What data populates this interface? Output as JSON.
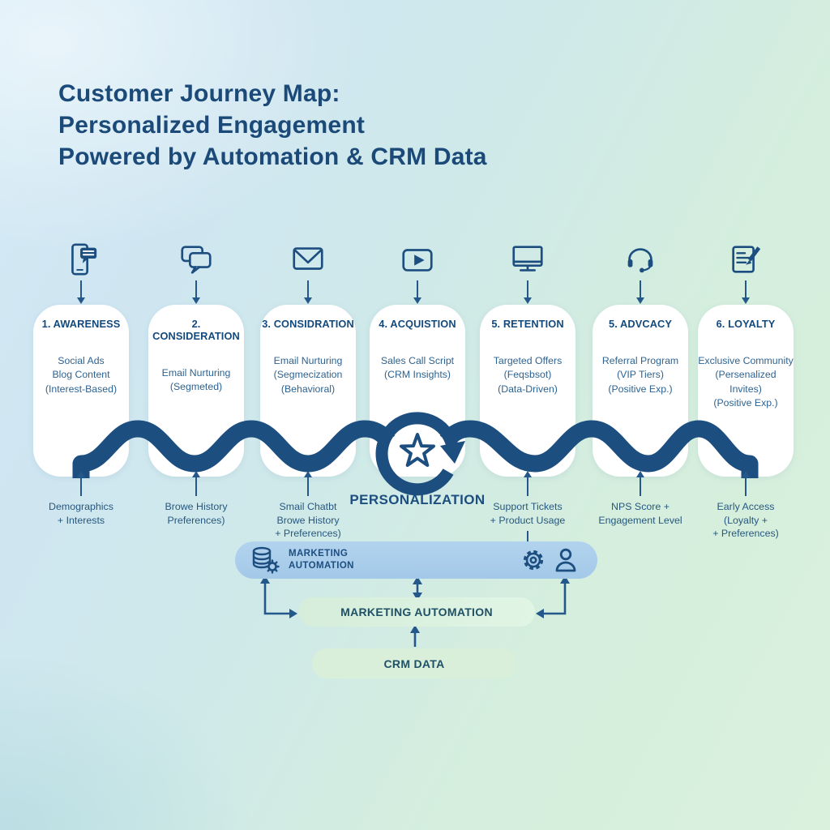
{
  "title": {
    "line1": "Customer Journey Map:",
    "line2": "Personalized Engagement",
    "line3": "Powered by Automation & CRM Data"
  },
  "stages": [
    {
      "icon": "phone-chat-icon",
      "label": "1. AWARENESS",
      "details": [
        "Social Ads",
        "Blog Content",
        "(Interest-Based)"
      ],
      "annotation": [
        "Demographics",
        "+ Interests"
      ]
    },
    {
      "icon": "chat-bubbles-icon",
      "label": "2. CONSIDERATION",
      "details": [
        "Email Nurturing",
        "(Segmeted)"
      ],
      "annotation": [
        "Browe History",
        "Preferences)"
      ]
    },
    {
      "icon": "email-icon",
      "label": "3. CONSIDRATION",
      "details": [
        "Email Nurturing",
        "(Segmecization",
        "(Behavioral)"
      ],
      "annotation": [
        "Smail Chatbt",
        "Browe History",
        "+ Preferences)"
      ]
    },
    {
      "icon": "video-play-icon",
      "label": "4. ACQUISTION",
      "details": [
        "Sales Call Script",
        "(CRM Insights)"
      ],
      "annotation": []
    },
    {
      "icon": "monitor-icon",
      "label": "5. RETENTION",
      "details": [
        "Targeted Offers",
        "(Feqsbsot)",
        "(Data-Driven)"
      ],
      "annotation": [
        "Support Tickets",
        "+ Product Usage"
      ]
    },
    {
      "icon": "headset-icon",
      "label": "5. ADVCACY",
      "details": [
        "Referral Program",
        "(VIP Tiers)",
        "(Positive Exp.)"
      ],
      "annotation": [
        "NPS Score +",
        "Engagement Level"
      ]
    },
    {
      "icon": "survey-edit-icon",
      "label": "6. LOYALTY",
      "details": [
        "Exclusive Community",
        "(Persenalized Invites)",
        "(Positive Exp.)"
      ],
      "annotation": [
        "Early Access",
        "(Loyalty +",
        "+ Preferences)"
      ]
    }
  ],
  "center": {
    "label": "PERSONALIZATION",
    "icon": "loop-star-icon"
  },
  "automation_bar": {
    "line1": "MARKETING",
    "line2": "AUTOMATION",
    "left_icon": "database-gear-icon",
    "right_icons": [
      "gear-icon",
      "person-icon"
    ]
  },
  "pills": {
    "marketing_automation": "MARKETING AUTOMATION",
    "crm_data": "CRM DATA"
  },
  "colors": {
    "navy": "#1d4e80",
    "body_text": "#2e6391",
    "bar_blue": "#a9cdea",
    "pill_green": "#dbf2de",
    "bg_blue": "#d2e8f4",
    "bg_green": "#d9f1dd",
    "card": "#ffffff"
  }
}
